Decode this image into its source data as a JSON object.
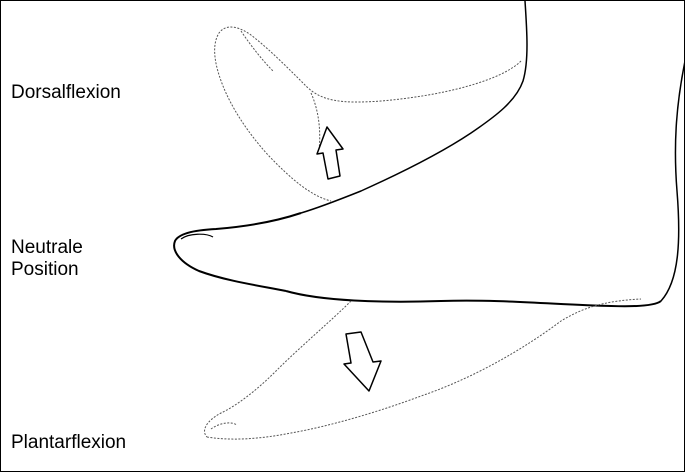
{
  "figure": {
    "labels": {
      "dorsalflexion": "Dorsalflexion",
      "neutral_line1": "Neutrale",
      "neutral_line2": "Position",
      "plantarflexion": "Plantarflexion"
    },
    "colors": {
      "outline": "#000000",
      "faint_outline": "#555555",
      "background": "#ffffff"
    }
  }
}
